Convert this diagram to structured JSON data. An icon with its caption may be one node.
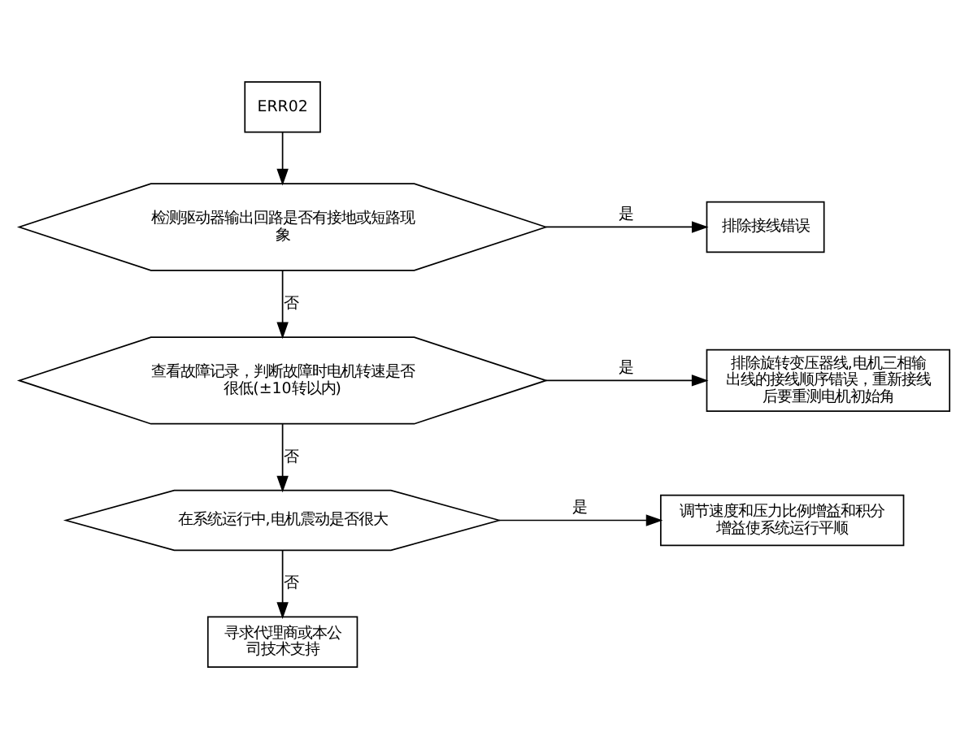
{
  "diagram": {
    "nodes": [
      {
        "text": [
          "ERR02"
        ]
      },
      {
        "text": [
          "检测驱动器输出回路是否有接地或短路现象"
        ]
      },
      {
        "text": [
          "排除接线错误"
        ]
      },
      {
        "text": [
          "查看故障记录，判断故障时电机转速是否很低(±10转以内)"
        ]
      },
      {
        "text": [
          "排除旋转变压器线,电机三相输出线的接线顺序错误，重新接线后要重测电机初始角"
        ]
      },
      {
        "text": [
          "在系统运行中,电机震动是否很大"
        ]
      },
      {
        "text": [
          "调节速度和压力比例增益和积分增益使系统运行平顺"
        ]
      },
      {
        "text": [
          "寻求代理商或本公司技术支持"
        ]
      }
    ],
    "edges": [
      {
        "from": 0,
        "to": 1,
        "arrow": "to"
      },
      {
        "from": 1,
        "to": 2,
        "arrow": "to",
        "label": "是"
      },
      {
        "from": 1,
        "to": 3,
        "arrow": "to",
        "label": "否"
      },
      {
        "from": 3,
        "to": 4,
        "arrow": "to",
        "label": "是"
      },
      {
        "from": 3,
        "to": 5,
        "arrow": "to",
        "label": "否"
      },
      {
        "from": 5,
        "to": 6,
        "arrow": "to",
        "label": "是"
      },
      {
        "from": 5,
        "to": 7,
        "arrow": "to",
        "label": "否"
      }
    ]
  }
}
